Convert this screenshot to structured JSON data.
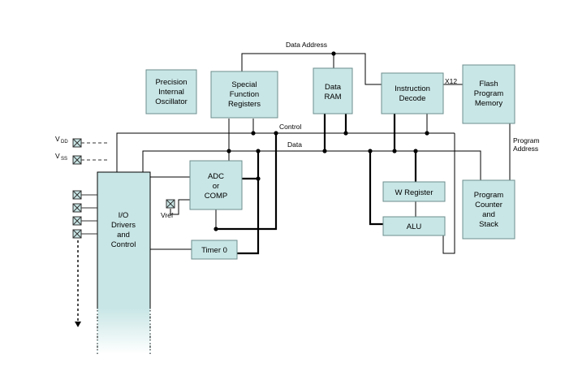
{
  "blocks": {
    "oscillator": [
      "Precision",
      "Internal",
      "Oscillator"
    ],
    "sfr": [
      "Special",
      "Function",
      "Registers"
    ],
    "data_ram": [
      "Data",
      "RAM"
    ],
    "instruction_decode": [
      "Instruction",
      "Decode"
    ],
    "flash": [
      "Flash",
      "Program",
      "Memory"
    ],
    "adc": [
      "ADC",
      "or",
      "COMP"
    ],
    "w_register": "W Register",
    "alu": "ALU",
    "program_counter": [
      "Program",
      "Counter",
      "and",
      "Stack"
    ],
    "io": [
      "I/O",
      "Drivers",
      "and",
      "Control"
    ],
    "timer": "Timer 0"
  },
  "labels": {
    "data_address": "Data Address",
    "control": "Control",
    "data": "Data",
    "x12": "X12",
    "program_address": [
      "Program",
      "Address"
    ],
    "vref": "Vref",
    "vdd_main": "V",
    "vdd_sub": "DD",
    "vss_main": "V",
    "vss_sub": "SS"
  }
}
